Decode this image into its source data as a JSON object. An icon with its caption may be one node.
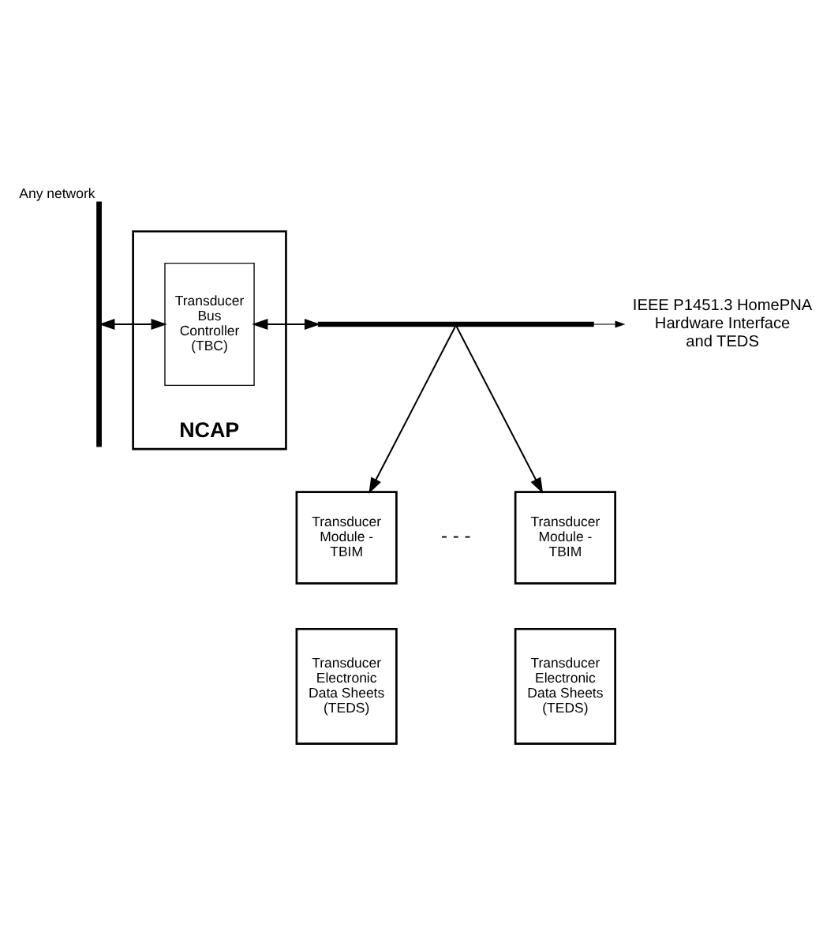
{
  "diagram": {
    "nodes": [
      {
        "text": [],
        "shape": "bar",
        "beside": [
          "Any network"
        ]
      },
      {
        "text": [
          "NCAP"
        ]
      },
      {
        "text": [
          "Transducer Bus Controller (TBC)"
        ],
        "in": 1
      },
      {
        "text": [],
        "shape": "bar"
      },
      {
        "text": [
          "IEEE P1451.3 HomePNA Hardware Interface and TEDS"
        ]
      },
      {
        "text": [
          "Transducer Module - TBIM"
        ]
      },
      {
        "text": [
          "Transducer Electronic Data Sheets (TEDS)"
        ]
      },
      {
        "text": [
          "Transducer Module - TBIM"
        ]
      },
      {
        "text": [
          "Transducer Electronic Data Sheets (TEDS)"
        ]
      }
    ],
    "edges": [
      {
        "from": 0,
        "to": 2,
        "arrow": "both"
      },
      {
        "from": 2,
        "to": 3,
        "arrow": "both"
      },
      {
        "from": 3,
        "to": 4,
        "arrow": "to"
      },
      {
        "from": 3,
        "to": 5,
        "arrow": "to"
      },
      {
        "from": 3,
        "to": 7,
        "arrow": "to"
      }
    ],
    "labels": [
      "- - -"
    ]
  }
}
